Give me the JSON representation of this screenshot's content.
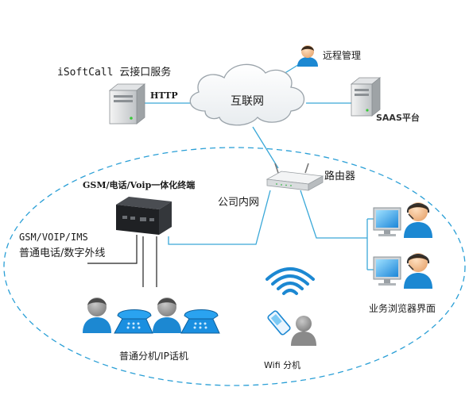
{
  "labels": {
    "isoftcall": "iSoftCall 云接口服务",
    "http": "HTTP",
    "internet": "互联网",
    "remote": "远程管理",
    "saas": "SAAS平台",
    "router": "路由器",
    "intranet": "公司内网",
    "terminal": "GSM/电话/Voip一体化终端",
    "lines_title": "GSM/VOIP/IMS",
    "lines_sub": "普通电话/数字外线",
    "browser": "业务浏览器界面",
    "phones": "普通分机/IP话机",
    "wifi": "Wifi 分机"
  },
  "colors": {
    "link": "#3aa8d8",
    "zone_border": "#2a9fd6",
    "cloud_stroke": "#9aa3aa",
    "person_blue": "#1c88d2",
    "monitor_blue": "#2f9ee0"
  }
}
